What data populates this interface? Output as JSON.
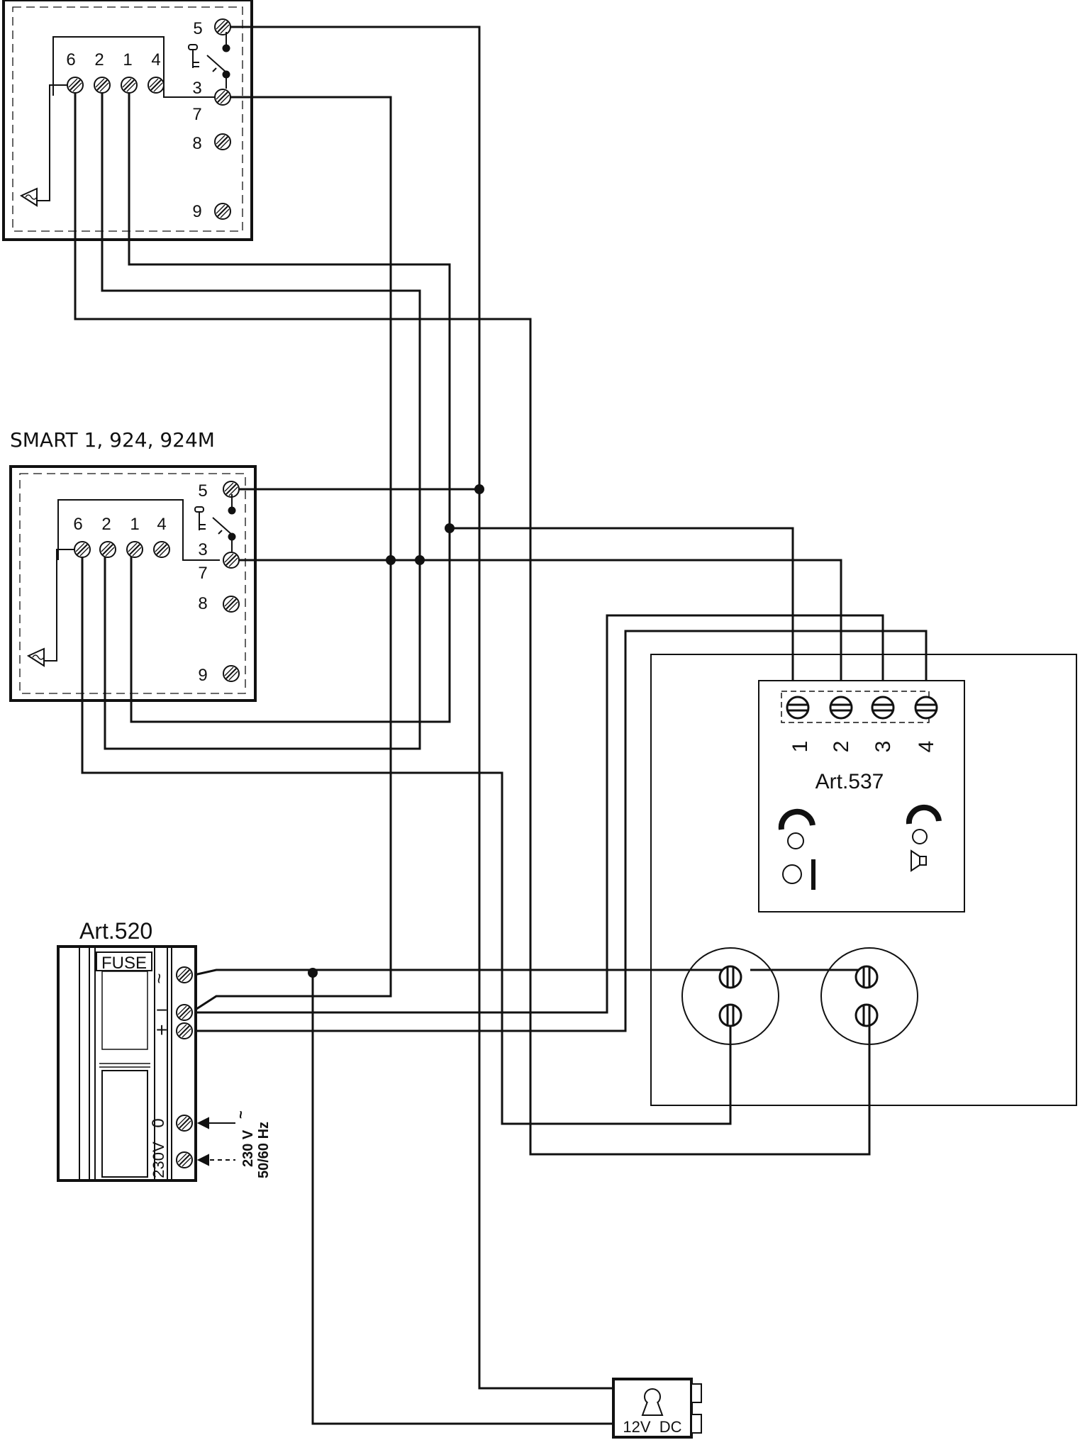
{
  "unit_top": {
    "terminals_row": [
      "6",
      "2",
      "1",
      "4"
    ],
    "terminals_side": [
      "5",
      "3",
      "7",
      "8",
      "9"
    ]
  },
  "unit_middle": {
    "title": "SMART 1, 924, 924M",
    "terminals_row": [
      "6",
      "2",
      "1",
      "4"
    ],
    "terminals_side": [
      "5",
      "3",
      "7",
      "8",
      "9"
    ]
  },
  "art537": {
    "label": "Art.537",
    "terminals": [
      "1",
      "2",
      "3",
      "4"
    ]
  },
  "art520": {
    "label": "Art.520",
    "fuse": "FUSE",
    "ac_symbol": "~",
    "minus": "−",
    "plus": "+",
    "zero": "0",
    "v230": "230V",
    "mains_v": "230 V",
    "mains_sym": "~",
    "mains_hz": "50/60 Hz"
  },
  "lock": {
    "label": "12V  DC"
  },
  "colors": {
    "line": "#111111",
    "background": "#ffffff"
  }
}
